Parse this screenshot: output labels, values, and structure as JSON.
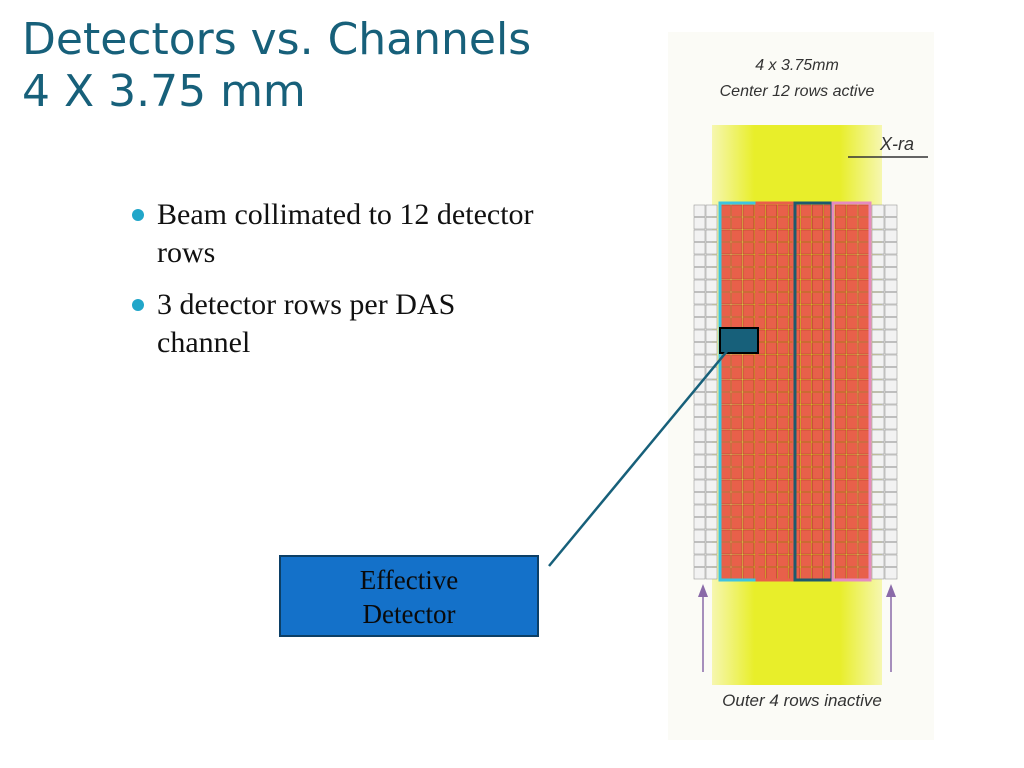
{
  "slide": {
    "title_line1": "Detectors vs. Channels",
    "title_line2": "4 X 3.75 mm",
    "bullets": [
      "Beam collimated to 12 detector rows",
      "3 detector rows per DAS channel"
    ],
    "callout_line1": "Effective",
    "callout_line2": "Detector"
  },
  "diagram": {
    "top_label_line1": "4 x 3.75mm",
    "top_label_line2": "Center 12 rows active",
    "xray_label": "X-ra",
    "bottom_label": "Outer 4 rows inactive",
    "colors": {
      "beam": "#e8ee2a",
      "cells": "#e8604a",
      "inactive_cells": "#f2f2f2",
      "accent": "#17607a",
      "channel_outline_1": "#3ec4e0",
      "channel_outline_2": "#e8604a",
      "channel_outline_3": "#1e5a6e",
      "channel_outline_4": "#e58bc0"
    }
  }
}
